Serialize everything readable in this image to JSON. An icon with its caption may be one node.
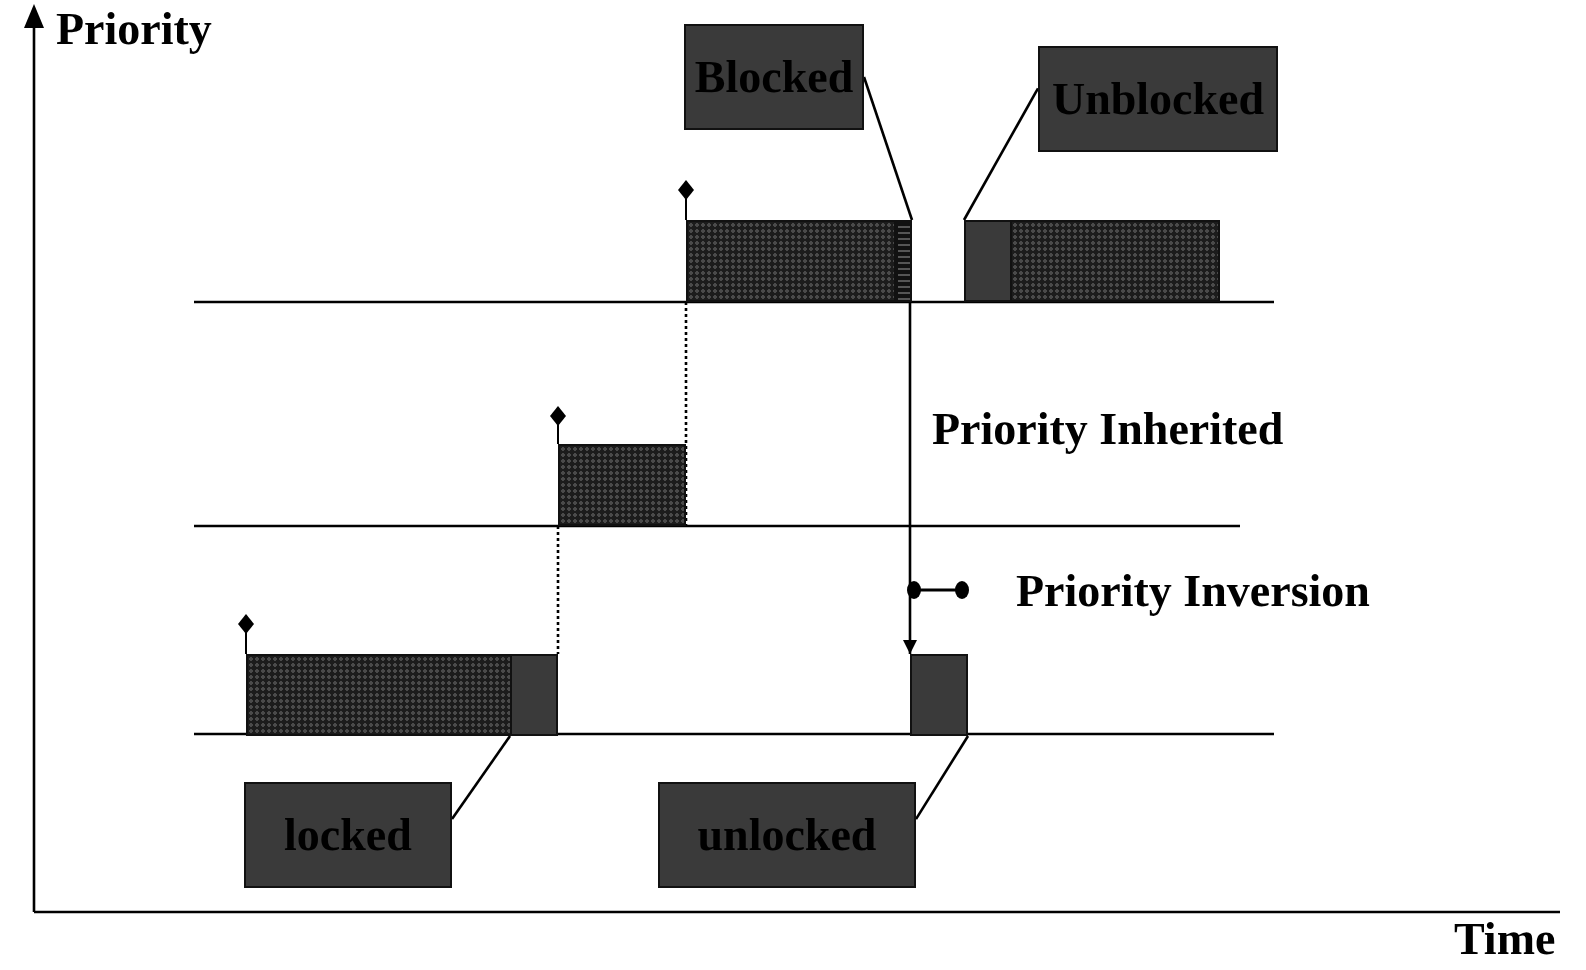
{
  "diagram": {
    "nodes": [
      {
        "text": [
          "Blocked"
        ]
      },
      {
        "text": [
          "Unblocked"
        ]
      },
      {
        "text": [],
        "shape": "bar"
      },
      {
        "text": [],
        "shape": "bar"
      },
      {
        "text": [],
        "shape": "bar"
      },
      {
        "text": [],
        "shape": "bar"
      },
      {
        "text": [],
        "shape": "bar"
      },
      {
        "text": [],
        "shape": "bar"
      },
      {
        "text": [],
        "shape": "bar"
      },
      {
        "text": [],
        "shape": "bar"
      },
      {
        "text": [
          "locked"
        ]
      },
      {
        "text": [
          "unlocked"
        ]
      }
    ],
    "edges": [
      {
        "from": 0,
        "to": 3,
        "arrow": "none"
      },
      {
        "from": 1,
        "to": 4,
        "arrow": "none"
      },
      {
        "from": 10,
        "to": 8,
        "arrow": "none"
      },
      {
        "from": 11,
        "to": 9,
        "arrow": "none"
      },
      {
        "from": 3,
        "to": 9,
        "arrow": "to"
      },
      {
        "from": 2,
        "to": 6,
        "arrow": "none",
        "style": "dashed"
      },
      {
        "from": 6,
        "to": 8,
        "arrow": "none",
        "style": "dashed"
      }
    ],
    "labels": [
      "Priority",
      "Priority Inherited",
      "Priority Inversion",
      "Time"
    ]
  }
}
